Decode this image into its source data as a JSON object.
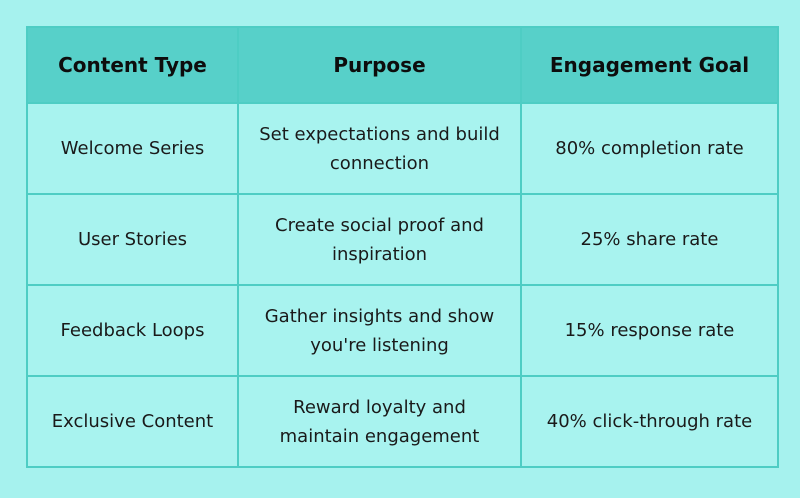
{
  "table": {
    "headers": [
      "Content Type",
      "Purpose",
      "Engagement Goal"
    ],
    "rows": [
      {
        "content_type": "Welcome Series",
        "purpose": "Set expectations and build connection",
        "goal": "80% completion rate"
      },
      {
        "content_type": "User Stories",
        "purpose": "Create social proof and inspiration",
        "goal": "25% share rate"
      },
      {
        "content_type": "Feedback Loops",
        "purpose": "Gather insights and show you're listening",
        "goal": "15% response rate"
      },
      {
        "content_type": "Exclusive Content",
        "purpose": "Reward loyalty and maintain engagement",
        "goal": "40% click-through rate"
      }
    ]
  },
  "colors": {
    "background": "#a6f2ee",
    "header_fill": "#57d0c9",
    "cell_fill": "#a8f3ef",
    "border": "#4ecdc4"
  }
}
